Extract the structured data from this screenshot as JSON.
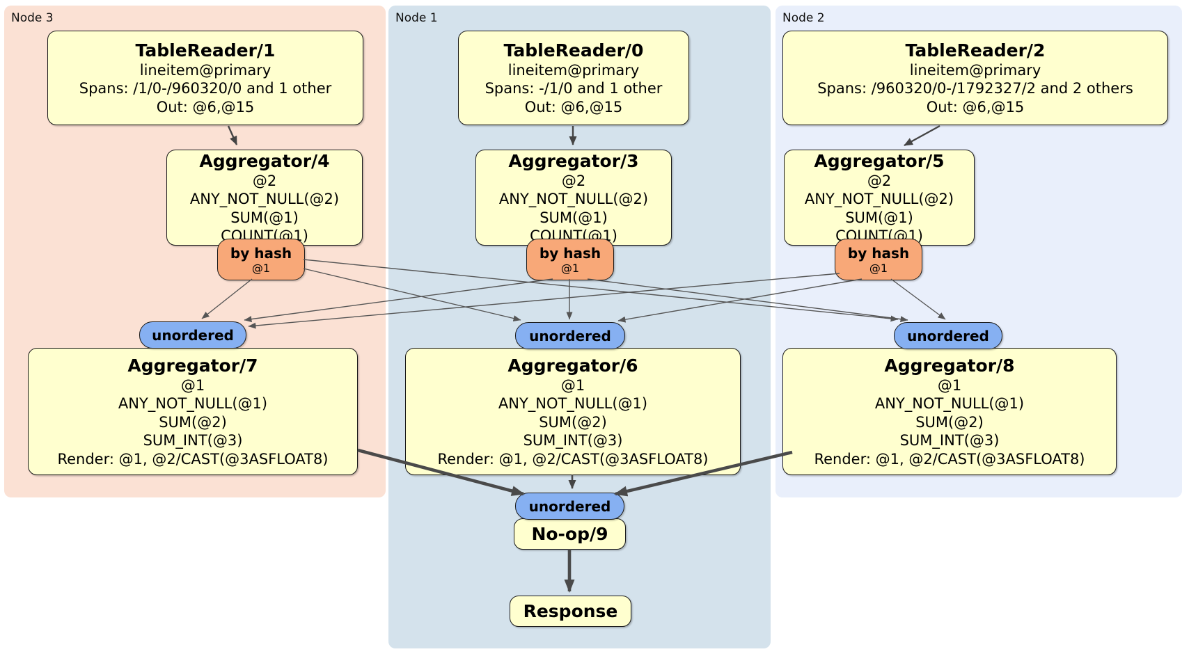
{
  "colors": {
    "node3_bg": "#fbe1d4",
    "node1_bg": "#d4e2ec",
    "node2_bg": "#e9effb",
    "processor_fill": "#ffffcf",
    "router_fill": "#f8a878",
    "sync_fill": "#86b0f2",
    "edge": "#555555"
  },
  "regions": {
    "node3": {
      "label": "Node 3"
    },
    "node1": {
      "label": "Node 1"
    },
    "node2": {
      "label": "Node 2"
    }
  },
  "processors": {
    "tr1": {
      "title": "TableReader/1",
      "lines": [
        "lineitem@primary",
        "Spans: /1/0-/960320/0 and 1 other",
        "Out: @6,@15"
      ]
    },
    "tr0": {
      "title": "TableReader/0",
      "lines": [
        "lineitem@primary",
        "Spans: -/1/0 and 1 other",
        "Out: @6,@15"
      ]
    },
    "tr2": {
      "title": "TableReader/2",
      "lines": [
        "lineitem@primary",
        "Spans: /960320/0-/1792327/2 and 2 others",
        "Out: @6,@15"
      ]
    },
    "agg4": {
      "title": "Aggregator/4",
      "lines": [
        "@2",
        "ANY_NOT_NULL(@2)",
        "SUM(@1)",
        "COUNT(@1)"
      ]
    },
    "agg3": {
      "title": "Aggregator/3",
      "lines": [
        "@2",
        "ANY_NOT_NULL(@2)",
        "SUM(@1)",
        "COUNT(@1)"
      ]
    },
    "agg5": {
      "title": "Aggregator/5",
      "lines": [
        "@2",
        "ANY_NOT_NULL(@2)",
        "SUM(@1)",
        "COUNT(@1)"
      ]
    },
    "agg7": {
      "title": "Aggregator/7",
      "lines": [
        "@1",
        "ANY_NOT_NULL(@1)",
        "SUM(@2)",
        "SUM_INT(@3)",
        "Render: @1, @2/CAST(@3ASFLOAT8)"
      ]
    },
    "agg6": {
      "title": "Aggregator/6",
      "lines": [
        "@1",
        "ANY_NOT_NULL(@1)",
        "SUM(@2)",
        "SUM_INT(@3)",
        "Render: @1, @2/CAST(@3ASFLOAT8)"
      ]
    },
    "agg8": {
      "title": "Aggregator/8",
      "lines": [
        "@1",
        "ANY_NOT_NULL(@1)",
        "SUM(@2)",
        "SUM_INT(@3)",
        "Render: @1, @2/CAST(@3ASFLOAT8)"
      ]
    },
    "noop": {
      "title": "No-op/9"
    },
    "response": {
      "title": "Response"
    }
  },
  "routers": {
    "node3": {
      "label": "by hash",
      "detail": "@1"
    },
    "node1": {
      "label": "by hash",
      "detail": "@1"
    },
    "node2": {
      "label": "by hash",
      "detail": "@1"
    }
  },
  "syncs": {
    "node3": {
      "label": "unordered"
    },
    "node1": {
      "label": "unordered"
    },
    "node2": {
      "label": "unordered"
    },
    "final": {
      "label": "unordered"
    }
  }
}
